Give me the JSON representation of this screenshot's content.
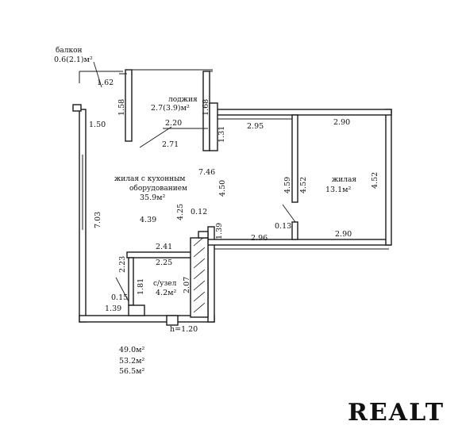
{
  "rooms": {
    "balcony": {
      "name": "балкон",
      "area": "0.6(2.1)м²"
    },
    "loggia": {
      "name": "лоджия",
      "area": "2.7(3.9)м²"
    },
    "living_kitchen": {
      "name_line1": "жилая с кухонным",
      "name_line2": "оборудованием",
      "area": "35.9м²"
    },
    "bedroom": {
      "name": "жилая",
      "area": "13.1м²"
    },
    "bathroom": {
      "name": "с/узел",
      "area": "4.2м²"
    }
  },
  "dimensions": {
    "d_1_62": "1.62",
    "d_1_58": "1.58",
    "d_1_68": "1.68",
    "d_1_50": "1.50",
    "d_2_20": "2.20",
    "d_2_71": "2.71",
    "d_1_31": "1.31",
    "d_2_95": "2.95",
    "d_2_90_top": "2.90",
    "d_7_46": "7.46",
    "d_4_50": "4.50",
    "d_4_59": "4.59",
    "d_4_52_left": "4.52",
    "d_4_52_right": "4.52",
    "d_7_03": "7.03",
    "d_4_39": "4.39",
    "d_4_25": "4.25",
    "d_0_12": "0.12",
    "d_0_13": "0.13",
    "d_1_39_right": "1.39",
    "d_2_96": "2.96",
    "d_2_90_bottom": "2.90",
    "d_2_41": "2.41",
    "d_2_25": "2.25",
    "d_2_23": "2.23",
    "d_1_81": "1.81",
    "d_2_07": "2.07",
    "d_0_15": "0.15",
    "d_1_39_left": "1.39",
    "d_h_1_20": "h=1.20"
  },
  "totals": {
    "living": "49.0м²",
    "total": "53.2м²",
    "gross": "56.5м²"
  },
  "watermark": "REALT",
  "colors": {
    "line": "#1a1a1a",
    "text": "#111111",
    "watermark": "#e6e6e6",
    "background": "#ffffff"
  }
}
